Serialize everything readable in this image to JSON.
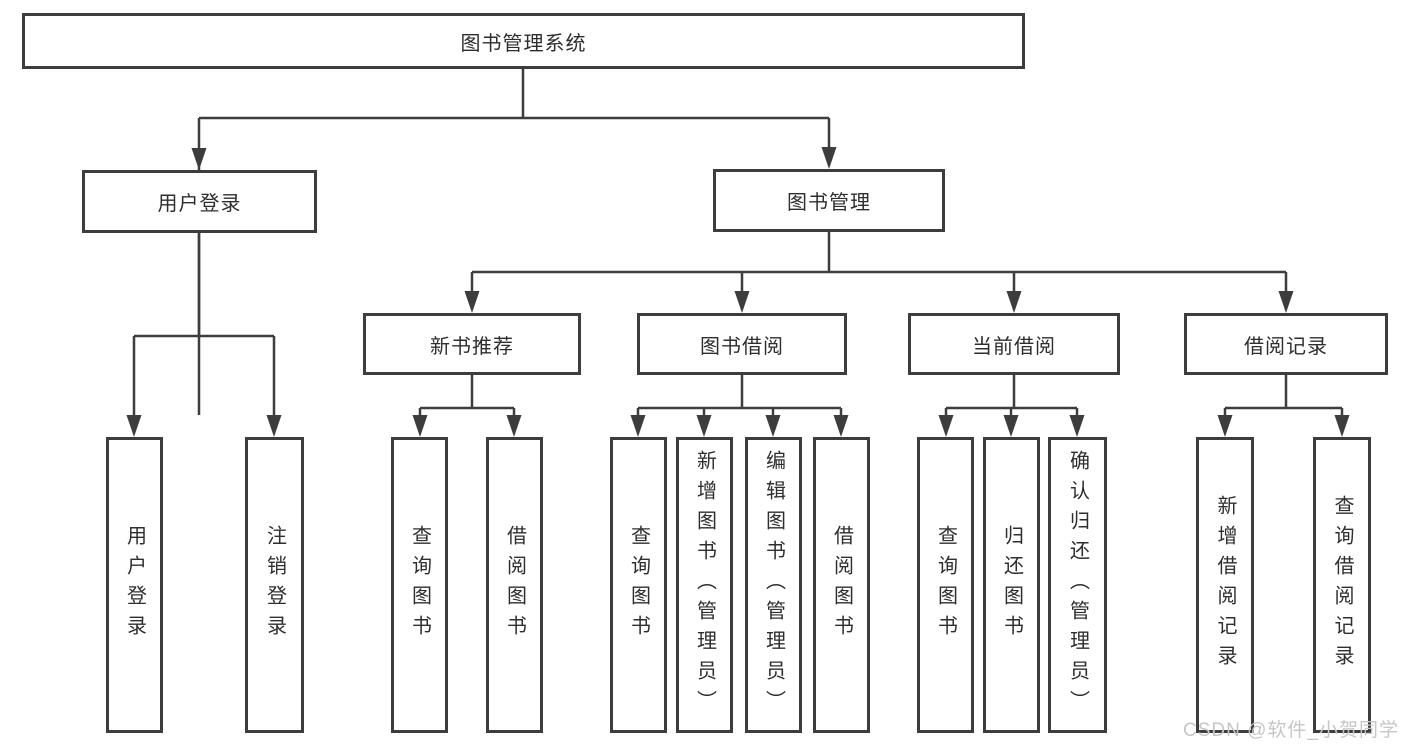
{
  "diagram": {
    "root": {
      "label": "图书管理系统"
    },
    "branches": [
      {
        "label": "用户登录",
        "children": [
          {
            "label": "用户登录"
          },
          {
            "label": "注销登录"
          }
        ]
      },
      {
        "label": "图书管理",
        "children": [
          {
            "label": "新书推荐",
            "children": [
              {
                "label": "查询图书"
              },
              {
                "label": "借阅图书"
              }
            ]
          },
          {
            "label": "图书借阅",
            "children": [
              {
                "label": "查询图书"
              },
              {
                "label": "新增图书（管理员）"
              },
              {
                "label": "编辑图书（管理员）"
              },
              {
                "label": "借阅图书"
              }
            ]
          },
          {
            "label": "当前借阅",
            "children": [
              {
                "label": "查询图书"
              },
              {
                "label": "归还图书"
              },
              {
                "label": "确认归还（管理员）"
              }
            ]
          },
          {
            "label": "借阅记录",
            "children": [
              {
                "label": "新增借阅记录"
              },
              {
                "label": "查询借阅记录"
              }
            ]
          }
        ]
      }
    ]
  },
  "watermark": {
    "text": "CSDN @软件_小贺同学"
  },
  "colors": {
    "line": "#3d3d3d",
    "text": "#2e2e2e",
    "watermark": "#c6c6c6",
    "background": "#ffffff"
  }
}
